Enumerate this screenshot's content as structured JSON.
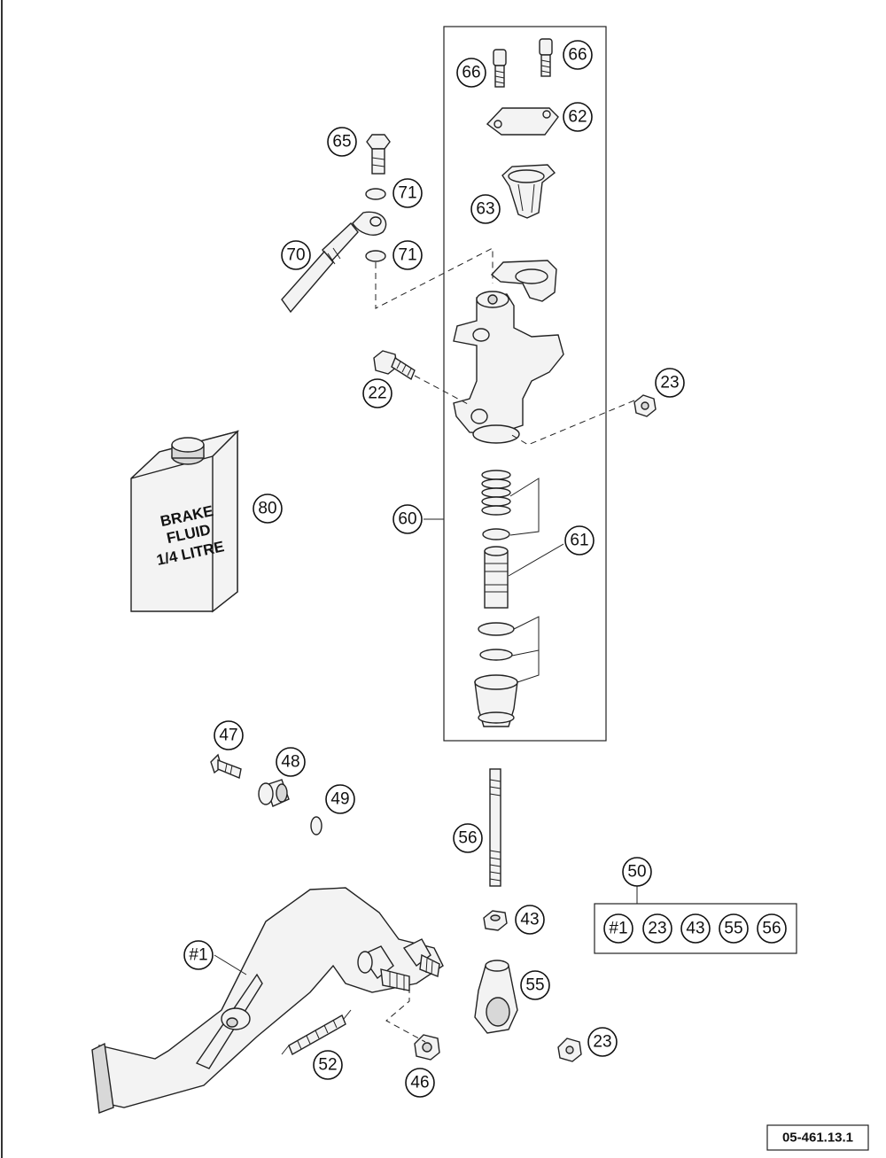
{
  "callouts": {
    "c66a": "66",
    "c66b": "66",
    "c62": "62",
    "c65": "65",
    "c71a": "71",
    "c63": "63",
    "c70": "70",
    "c71b": "71",
    "c22": "22",
    "c23a": "23",
    "c80": "80",
    "c60": "60",
    "c61": "61",
    "c47": "47",
    "c48": "48",
    "c49": "49",
    "c56": "56",
    "c50": "50",
    "c43": "43",
    "c1": "#1",
    "c55": "55",
    "c23b": "23",
    "c52": "52",
    "c46": "46"
  },
  "kit": {
    "items": [
      "#1",
      "23",
      "43",
      "55",
      "56"
    ]
  },
  "can_label": {
    "line1": "BRAKE",
    "line2": "FLUID",
    "line3": "1/4 LITRE"
  },
  "reference_code": "05-461.13.1"
}
